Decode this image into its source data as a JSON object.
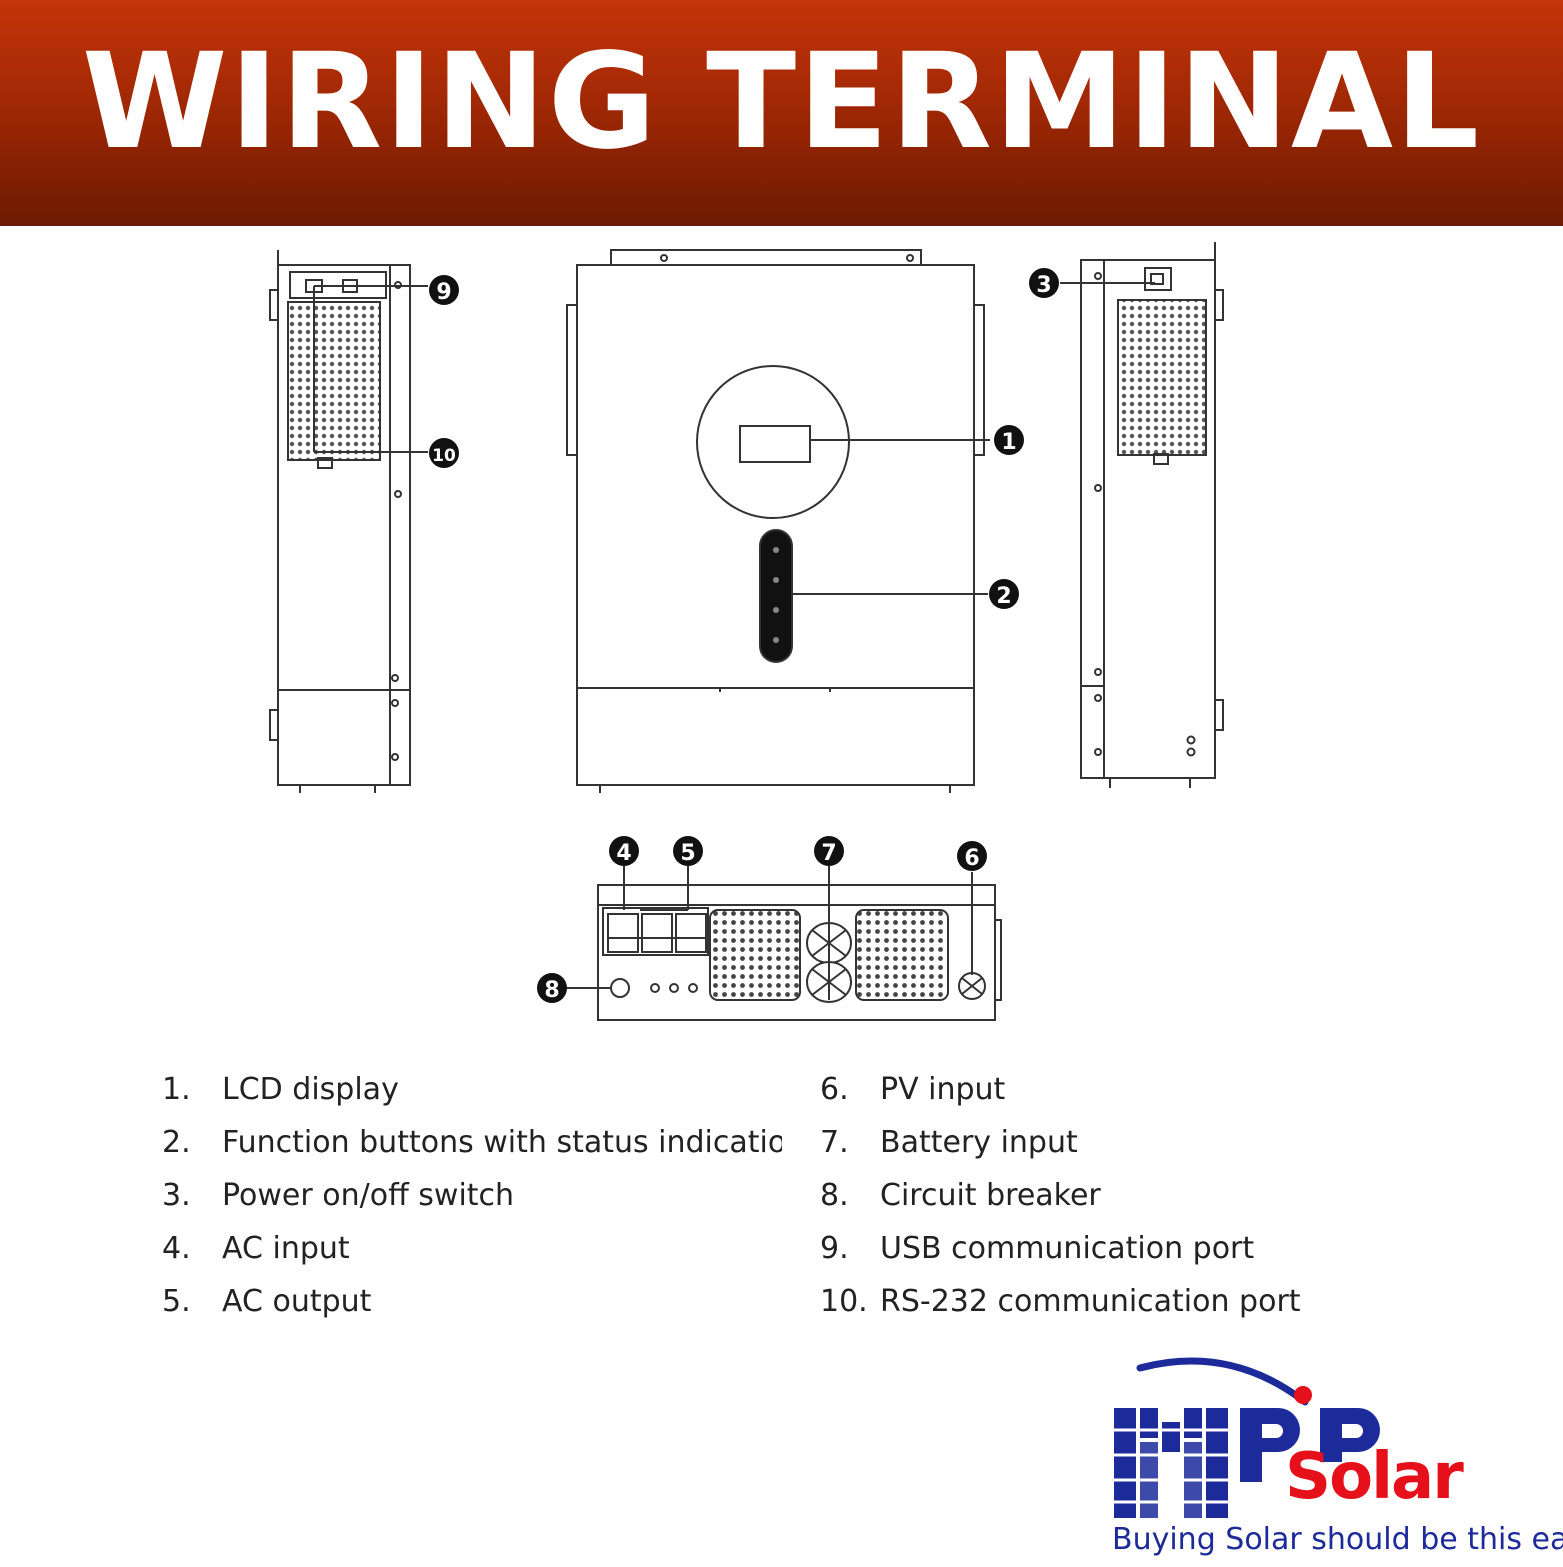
{
  "title": "WIRING TERMINAL",
  "callouts": [
    "1",
    "2",
    "3",
    "4",
    "5",
    "6",
    "7",
    "8",
    "9",
    "10"
  ],
  "legend_left": [
    {
      "num": "1.",
      "text": "LCD display"
    },
    {
      "num": "2.",
      "text": "Function buttons with status indicatior"
    },
    {
      "num": "3.",
      "text": "Power on/off switch"
    },
    {
      "num": "4.",
      "text": "AC input"
    },
    {
      "num": "5.",
      "text": "AC output"
    }
  ],
  "legend_right": [
    {
      "num": "6.",
      "text": "PV input"
    },
    {
      "num": "7.",
      "text": "Battery input"
    },
    {
      "num": "8.",
      "text": "Circuit breaker"
    },
    {
      "num": "9.",
      "text": "USB communication port"
    },
    {
      "num": "10.",
      "text": "RS-232 communication port"
    }
  ],
  "logo": {
    "letters_top": "MPP",
    "word": "Solar",
    "tagline": "Buying Solar should be this easy"
  },
  "colors": {
    "banner_top": "#c43409",
    "banner_bottom": "#6d1a02",
    "logo_blue": "#1c2a9a",
    "logo_red": "#e5101a"
  }
}
